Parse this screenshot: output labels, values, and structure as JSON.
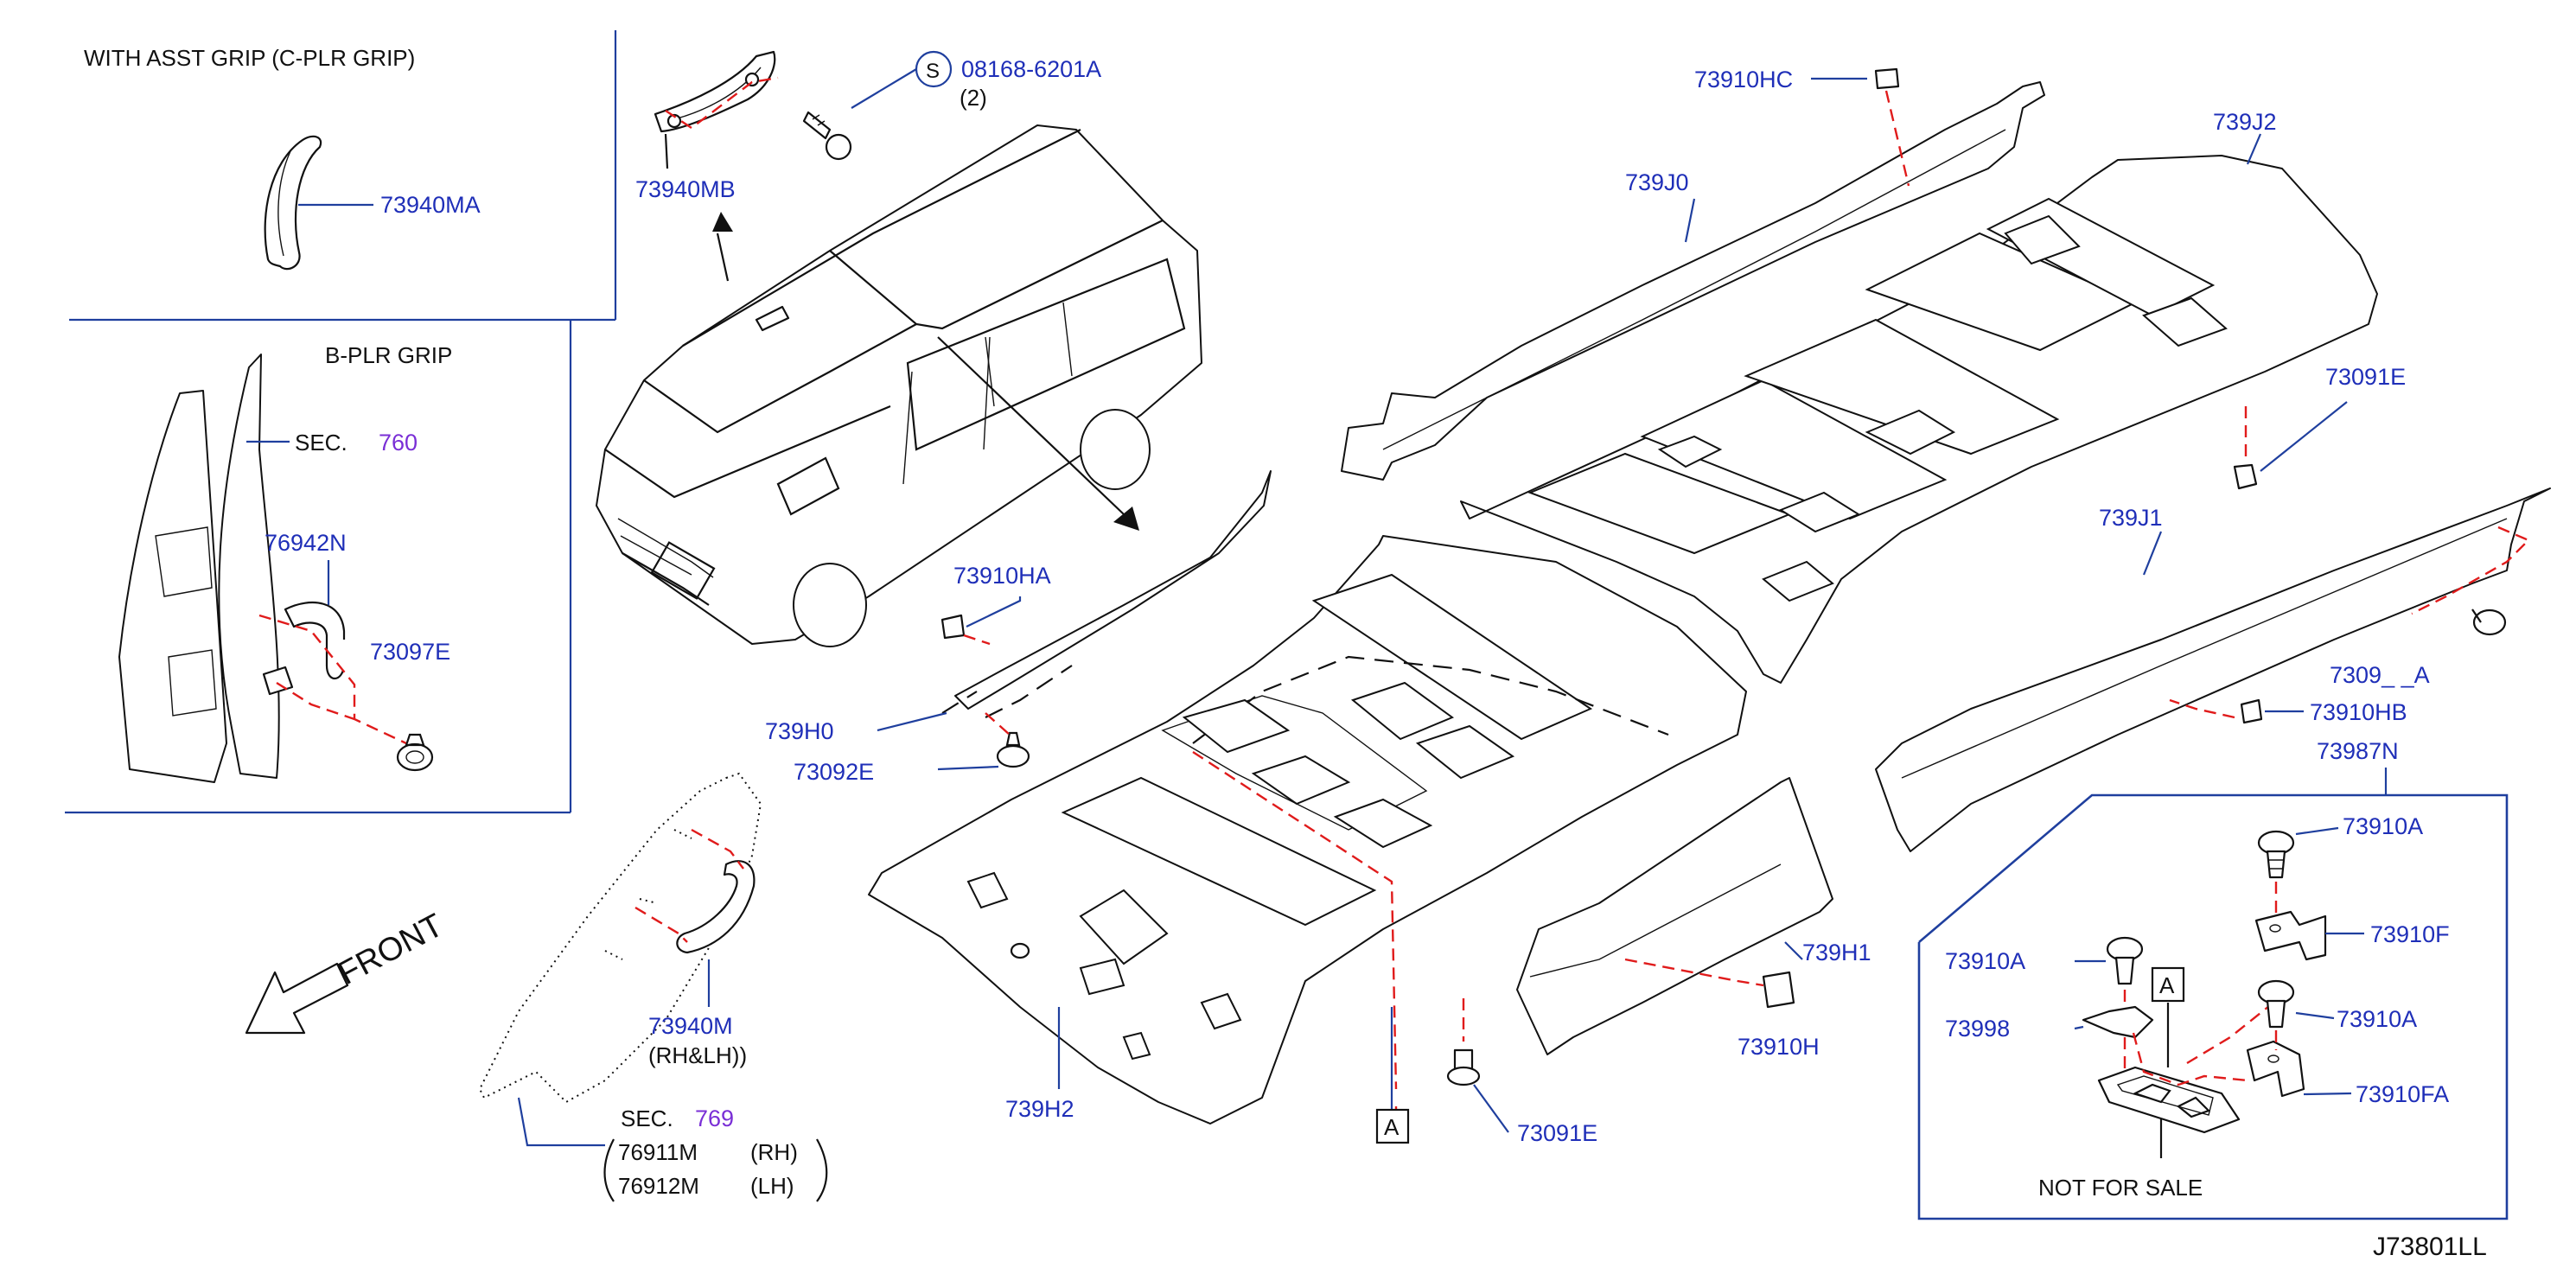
{
  "diagram": {
    "drawing_number": "J73801LL",
    "inset_c_pillar": {
      "title": "WITH   ASST   GRIP   (C-PLR   GRIP)",
      "part": "73940MA"
    },
    "inset_b_pillar": {
      "title": "B-PLR   GRIP",
      "sec_label": "SEC.",
      "sec_number": "760",
      "parts": [
        "76942N",
        "73097E"
      ]
    },
    "grip_parts": {
      "grip_mb": "73940MB",
      "screw_symbol": "S",
      "screw_part": "08168-6201A",
      "screw_qty": "(2)"
    },
    "front_label": "FRONT",
    "pillar_grip": {
      "part": "73940M",
      "note": "(RH&LH))",
      "sec_label": "SEC.",
      "sec_number": "769",
      "rh_part": "76911M",
      "rh_side": "(RH)",
      "lh_part": "76912M",
      "lh_side": "(LH)"
    },
    "headlining_labels": {
      "hc": "73910HC",
      "j0": "739J0",
      "j2": "739J2",
      "e_right": "73091E",
      "j1": "739J1",
      "hb_partial": "7309_ _A",
      "hb": "73910HB",
      "n987": "73987N",
      "ha": "73910HA",
      "h0": "739H0",
      "e92": "73092E",
      "h1": "739H1",
      "h": "73910H",
      "h2": "739H2",
      "e_bottom": "73091E",
      "ref_a": "A"
    },
    "clip_detail": {
      "a1": "73910A",
      "f": "73910F",
      "a2": "73910A",
      "p998": "73998",
      "ref_a": "A",
      "a3": "73910A",
      "fa": "73910FA",
      "note": "NOT   FOR   SALE"
    }
  }
}
